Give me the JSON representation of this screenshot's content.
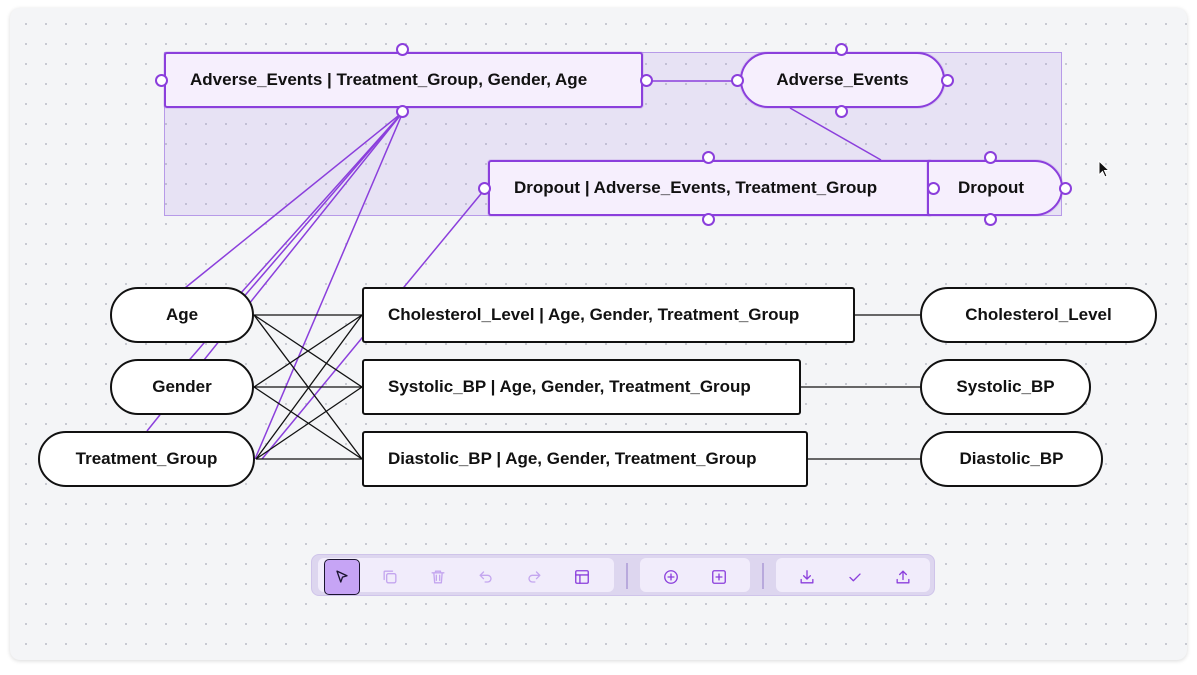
{
  "colors": {
    "accent": "#8b3fdc",
    "edge_dark": "#111111",
    "selection_fill": "#ece5f8",
    "toolbar_bg": "#ddd6ef"
  },
  "nodes": {
    "ae_factor": "Adverse_Events | Treatment_Group, Gender, Age",
    "ae_var": "Adverse_Events",
    "dropout_factor": "Dropout | Adverse_Events, Treatment_Group",
    "dropout_var": "Dropout",
    "age": "Age",
    "gender": "Gender",
    "treatment": "Treatment_Group",
    "chol_factor": "Cholesterol_Level | Age, Gender, Treatment_Group",
    "sys_factor": "Systolic_BP | Age, Gender, Treatment_Group",
    "dia_factor": "Diastolic_BP | Age, Gender, Treatment_Group",
    "chol_var": "Cholesterol_Level",
    "sys_var": "Systolic_BP",
    "dia_var": "Diastolic_BP"
  },
  "toolbar": {
    "groups": [
      [
        "pointer-icon",
        "copy-icon",
        "trash-icon",
        "undo-icon",
        "redo-icon",
        "layout-icon"
      ],
      [
        "add-circle-icon",
        "add-square-icon"
      ],
      [
        "download-icon",
        "check-icon",
        "upload-icon"
      ]
    ],
    "active_tool": "pointer-icon"
  }
}
